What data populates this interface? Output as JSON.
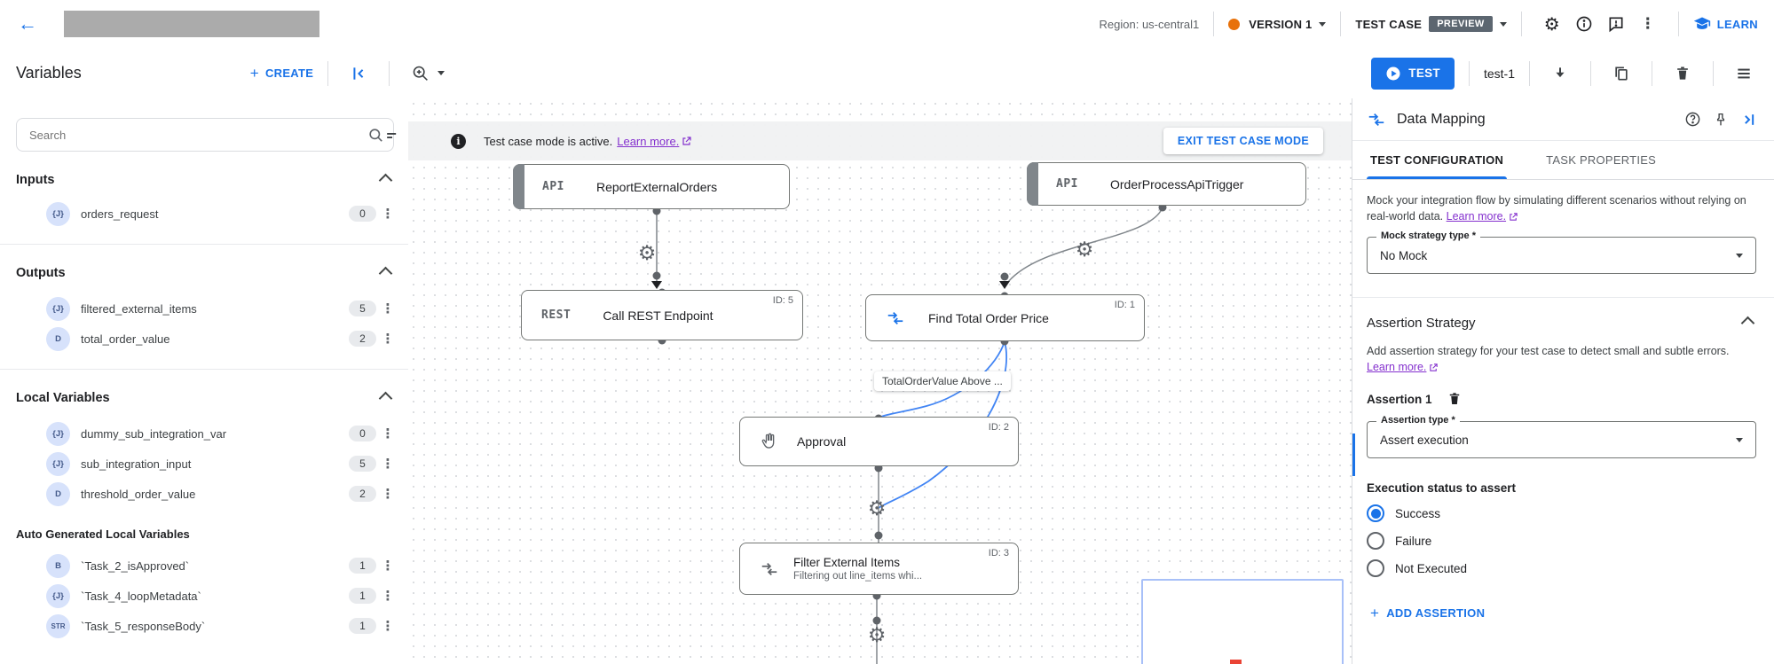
{
  "topbar": {
    "region": "Region: us-central1",
    "version": "VERSION 1",
    "test_case": "TEST CASE",
    "preview_badge": "PREVIEW",
    "learn": "LEARN"
  },
  "toolbar": {
    "title": "Variables",
    "create": "CREATE",
    "test": "TEST",
    "test_name": "test-1"
  },
  "sidebar": {
    "search_placeholder": "Search",
    "inputs_title": "Inputs",
    "outputs_title": "Outputs",
    "locals_title": "Local Variables",
    "auto_title": "Auto Generated Local Variables",
    "rows": [
      {
        "icon": "{J}",
        "name": "orders_request",
        "count": "0"
      },
      {
        "icon": "{J}",
        "name": "filtered_external_items",
        "count": "5"
      },
      {
        "icon": "D",
        "name": "total_order_value",
        "count": "2"
      },
      {
        "icon": "{J}",
        "name": "dummy_sub_integration_var",
        "count": "0"
      },
      {
        "icon": "{J}",
        "name": "sub_integration_input",
        "count": "5"
      },
      {
        "icon": "D",
        "name": "threshold_order_value",
        "count": "2"
      },
      {
        "icon": "B",
        "name": "`Task_2_isApproved`",
        "count": "1"
      },
      {
        "icon": "{J}",
        "name": "`Task_4_loopMetadata`",
        "count": "1"
      },
      {
        "icon": "STR",
        "name": "`Task_5_responseBody`",
        "count": "1"
      }
    ]
  },
  "canvas": {
    "banner": {
      "text": "Test case mode is active.",
      "link": "Learn more.",
      "exit": "EXIT TEST CASE MODE"
    },
    "nodes": {
      "report": {
        "tag": "API",
        "title": "ReportExternalOrders"
      },
      "trigger": {
        "tag": "API",
        "title": "OrderProcessApiTrigger"
      },
      "rest": {
        "tag": "REST",
        "title": "Call REST Endpoint",
        "id": "ID: 5"
      },
      "find": {
        "title": "Find Total Order Price",
        "id": "ID: 1"
      },
      "approval": {
        "title": "Approval",
        "id": "ID: 2"
      },
      "filter": {
        "title": "Filter External Items",
        "subtitle": "Filtering out line_items whi...",
        "id": "ID: 3"
      }
    },
    "edge_label": "TotalOrderValue Above ..."
  },
  "panel": {
    "title": "Data Mapping",
    "tab_config": "TEST CONFIGURATION",
    "tab_props": "TASK PROPERTIES",
    "mock_desc": "Mock your integration flow by simulating different scenarios without relying on real-world data.",
    "mock_link": "Learn more.",
    "mock_label": "Mock strategy type *",
    "mock_value": "No Mock",
    "assertion_section": "Assertion Strategy",
    "assertion_desc": "Add assertion strategy for your test case to detect small and subtle errors.",
    "assertion_link": "Learn more.",
    "assertion_item": "Assertion 1",
    "type_label": "Assertion type *",
    "type_value": "Assert execution",
    "status_label": "Execution status to assert",
    "radio_success": "Success",
    "radio_failure": "Failure",
    "radio_not_executed": "Not Executed",
    "add_assertion": "ADD ASSERTION"
  },
  "colors": {
    "accent": "#1a73e8",
    "link_purple": "#8430ce",
    "orange": "#e8710a"
  }
}
